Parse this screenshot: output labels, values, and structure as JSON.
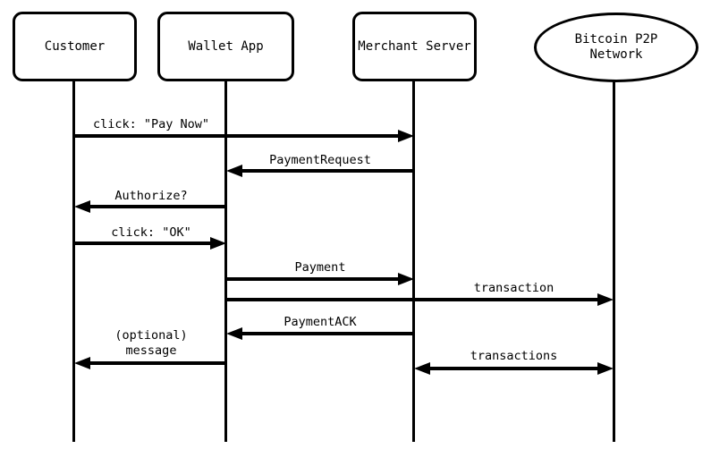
{
  "diagram": {
    "type": "sequence-diagram",
    "colors": {
      "stroke": "#000000",
      "text": "#000000",
      "background": "#ffffff"
    },
    "actors": [
      {
        "label": "Customer",
        "shape": "rounded-rect"
      },
      {
        "label": "Wallet App",
        "shape": "rounded-rect"
      },
      {
        "label": "Merchant Server",
        "shape": "rounded-rect"
      },
      {
        "label": "Bitcoin P2P\nNetwork",
        "shape": "ellipse"
      }
    ],
    "messages": [
      {
        "label": "click: \"Pay Now\"",
        "from": "Customer",
        "to": "Merchant Server",
        "direction": "right"
      },
      {
        "label": "PaymentRequest",
        "from": "Merchant Server",
        "to": "Wallet App",
        "direction": "left"
      },
      {
        "label": "Authorize?",
        "from": "Wallet App",
        "to": "Customer",
        "direction": "left"
      },
      {
        "label": "click: \"OK\"",
        "from": "Customer",
        "to": "Wallet App",
        "direction": "right"
      },
      {
        "label": "Payment",
        "from": "Wallet App",
        "to": "Merchant Server",
        "direction": "right"
      },
      {
        "label": "transaction",
        "from": "Wallet App",
        "to": "Bitcoin P2P Network",
        "direction": "right"
      },
      {
        "label": "PaymentACK",
        "from": "Merchant Server",
        "to": "Wallet App",
        "direction": "left"
      },
      {
        "label": "(optional)\nmessage",
        "from": "Wallet App",
        "to": "Customer",
        "direction": "left"
      },
      {
        "label": "transactions",
        "from": "Merchant Server",
        "to": "Bitcoin P2P Network",
        "direction": "both"
      }
    ]
  }
}
